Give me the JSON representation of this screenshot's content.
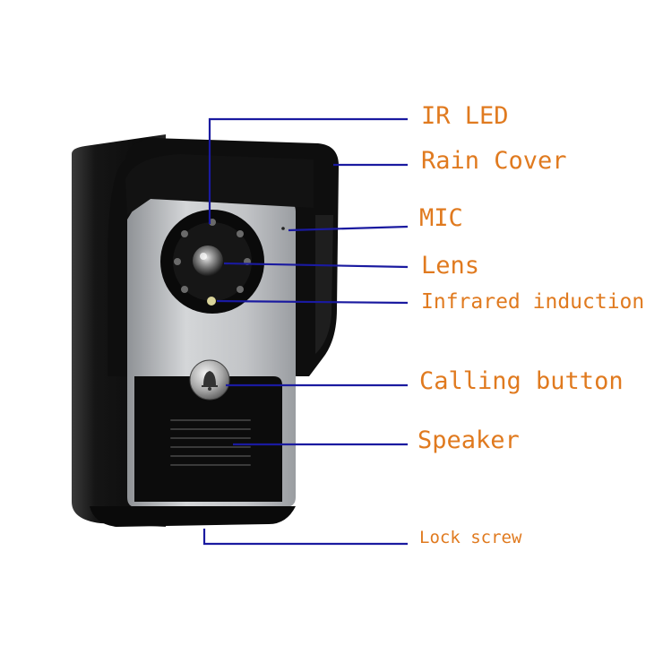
{
  "labels": {
    "ir_led": "IR LED",
    "rain_cover": "Rain Cover",
    "mic": "MIC",
    "lens": "Lens",
    "infrared_induction": "Infrared induction",
    "calling_button": "Calling button",
    "speaker": "Speaker",
    "lock_screw": "Lock screw"
  },
  "colors": {
    "label_text": "#e07a1f",
    "leader_line": "#1a1aa0",
    "housing": "#111111",
    "faceplate": "#b9bcc0",
    "speaker_grille": "#0c0c0c"
  }
}
